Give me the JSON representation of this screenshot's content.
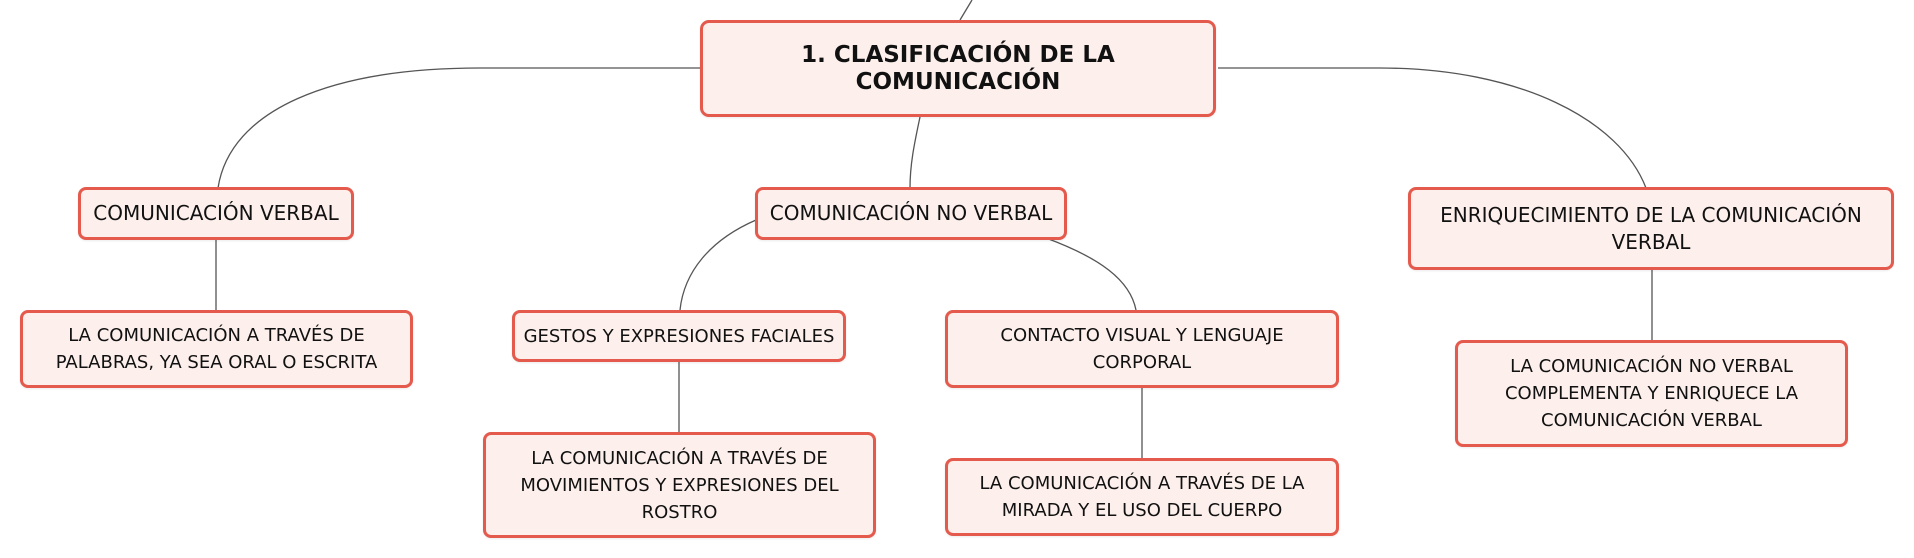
{
  "map": {
    "root": "1. CLASIFICACIÓN DE LA COMUNICACIÓN",
    "verbal": {
      "title": "COMUNICACIÓN VERBAL",
      "description": "LA COMUNICACIÓN A TRAVÉS DE PALABRAS, YA SEA ORAL O ESCRITA"
    },
    "no_verbal": {
      "title": "COMUNICACIÓN NO VERBAL",
      "gestos": {
        "title": "GESTOS Y EXPRESIONES FACIALES",
        "description": "LA COMUNICACIÓN A TRAVÉS DE MOVIMIENTOS Y EXPRESIONES DEL ROSTRO"
      },
      "contacto": {
        "title": "CONTACTO VISUAL Y LENGUAJE CORPORAL",
        "description": "LA COMUNICACIÓN A TRAVÉS DE LA MIRADA Y EL USO DEL CUERPO"
      }
    },
    "enriquecimiento": {
      "title": "ENRIQUECIMIENTO DE LA COMUNICACIÓN VERBAL",
      "description": "LA COMUNICACIÓN NO VERBAL COMPLEMENTA Y ENRIQUECE LA COMUNICACIÓN VERBAL"
    }
  },
  "colors": {
    "node_fill": "#fdf0ec",
    "node_border": "#e45a4c",
    "connector": "#555555",
    "text": "#111111"
  }
}
